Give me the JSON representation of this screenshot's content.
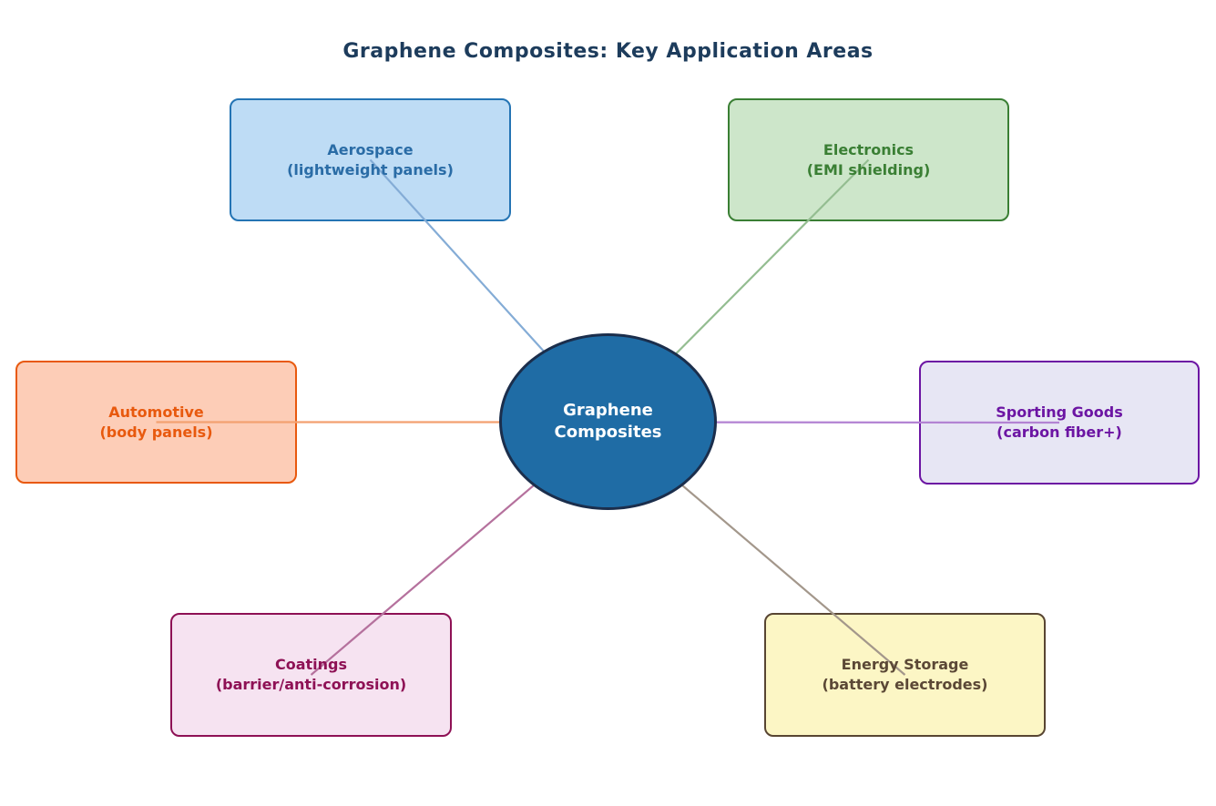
{
  "title": "Graphene Composites: Key Application Areas",
  "title_color": "#1d3c5c",
  "background_color": "#ffffff",
  "center": {
    "label_line1": "Graphene",
    "label_line2": "Composites",
    "fill": "#1f6ca5",
    "border": "#1b2e4c",
    "text_color": "#ffffff"
  },
  "nodes": [
    {
      "id": "aerospace",
      "name": "Aerospace",
      "subtitle": "(lightweight panels)",
      "fill": "#bedcf5",
      "border": "#2474b4",
      "text_color": "#2a6ca6",
      "line_color": "#84acd6"
    },
    {
      "id": "electronics",
      "name": "Electronics",
      "subtitle": "(EMI shielding)",
      "fill": "#cde6ca",
      "border": "#3a7f34",
      "text_color": "#3a7f34",
      "line_color": "#94bd91"
    },
    {
      "id": "automotive",
      "name": "Automotive",
      "subtitle": "(body panels)",
      "fill": "#fdcdb7",
      "border": "#e8590e",
      "text_color": "#e8590e",
      "line_color": "#f3a171"
    },
    {
      "id": "sporting-goods",
      "name": "Sporting Goods",
      "subtitle": "(carbon fiber+)",
      "fill": "#e7e6f4",
      "border": "#6c15a3",
      "text_color": "#6c15a3",
      "line_color": "#b383d3"
    },
    {
      "id": "coatings",
      "name": "Coatings",
      "subtitle": "(barrier/anti-corrosion)",
      "fill": "#f6e3f1",
      "border": "#8e1155",
      "text_color": "#8e1155",
      "line_color": "#b5719d"
    },
    {
      "id": "energy-storage",
      "name": "Energy Storage",
      "subtitle": "(battery electrodes)",
      "fill": "#fcf6c5",
      "border": "#584532",
      "text_color": "#5b4836",
      "line_color": "#a3978b"
    }
  ]
}
